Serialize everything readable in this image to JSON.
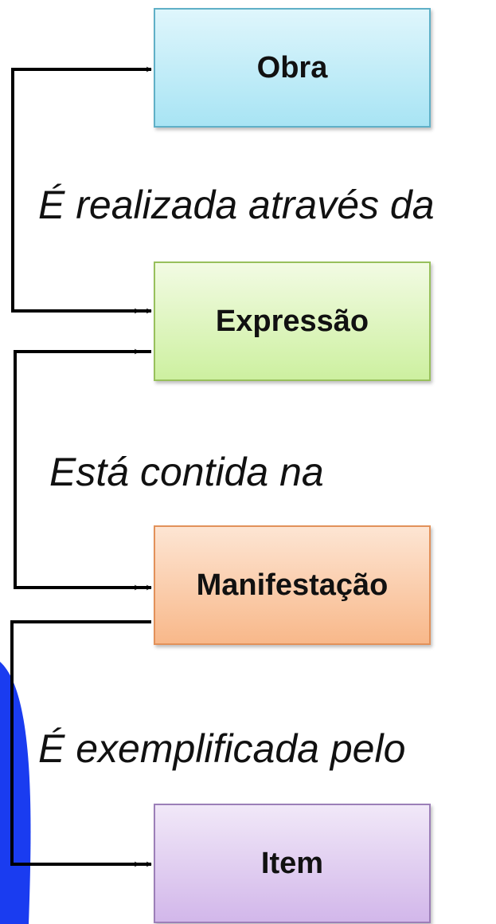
{
  "entities": {
    "obra": "Obra",
    "expressao": "Expressão",
    "manifestacao": "Manifestação",
    "item": "Item"
  },
  "relations": {
    "obra_expressao": "É realizada através da",
    "expressao_manifestacao": "Está contida na",
    "manifestacao_item": "É exemplificada pelo"
  },
  "colors": {
    "obra_fill": "#a8e4f4",
    "expressao_fill": "#cdf0a0",
    "manifestacao_fill": "#f8b88a",
    "item_fill": "#d2b7ea",
    "decoration_blue": "#1a3cf0",
    "connector": "#000000"
  }
}
